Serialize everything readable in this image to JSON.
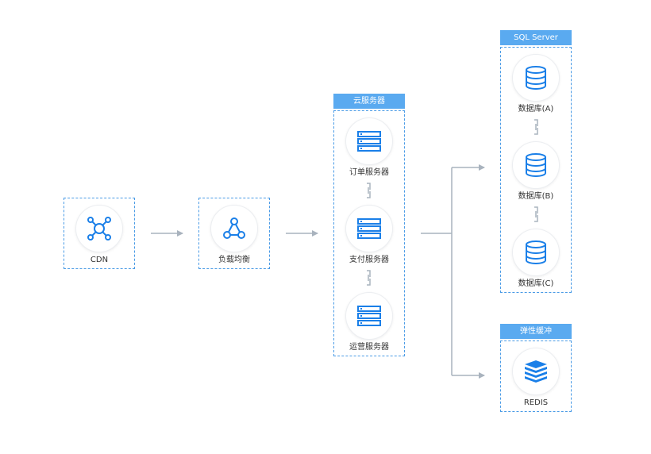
{
  "colors": {
    "accent": "#1a7fe8",
    "header_bg": "#5aaaf0",
    "border": "#4a9be6",
    "connector": "#a9b3be",
    "label": "#333333"
  },
  "nodes": {
    "cdn": {
      "label": "CDN",
      "icon": "network-hub-icon"
    },
    "load_balancer": {
      "label": "负载均衡",
      "icon": "triangle-nodes-icon"
    }
  },
  "cloud_servers": {
    "title": "云服务器",
    "items": [
      {
        "label": "订单服务器",
        "icon": "server-rack-icon"
      },
      {
        "label": "支付服务器",
        "icon": "server-rack-icon"
      },
      {
        "label": "运营服务器",
        "icon": "server-rack-icon"
      }
    ]
  },
  "sql_server": {
    "title": "SQL Server",
    "items": [
      {
        "label": "数据库(A)",
        "icon": "database-icon"
      },
      {
        "label": "数据库(B)",
        "icon": "database-icon"
      },
      {
        "label": "数据库(C)",
        "icon": "database-icon"
      }
    ]
  },
  "elastic_cache": {
    "title": "弹性缓冲",
    "items": [
      {
        "label": "REDIS",
        "icon": "redis-stack-icon"
      }
    ]
  }
}
